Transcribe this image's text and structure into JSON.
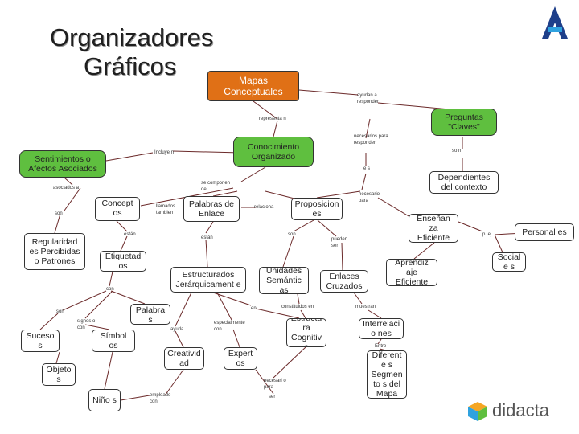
{
  "title_line1": "Organizadores",
  "title_line2": "Gráficos",
  "nodes": {
    "mapas": "Mapas Conceptuales",
    "preguntas": "Preguntas \"Claves\"",
    "conocimiento": "Conocimiento Organizado",
    "sentimientos": "Sentimientos o Afectos Asociados",
    "dependientes": "Dependientes del contexto",
    "concepto": "Concept os",
    "palabras_enlace": "Palabras de Enlace",
    "proposiciones": "Proposicion es",
    "ensenanza": "Enseñan za Eficiente",
    "personales": "Personal es",
    "regularidad": "Regularidad es Percibidas o Patrones",
    "etiquetados": "Etiquetad os",
    "estructurados": "Estructurados Jerárquicament e",
    "unidades": "Unidades Semántic as",
    "enlaces": "Enlaces Cruzados",
    "aprendizaje": "Aprendiz aje Eficiente",
    "sociales": "Sociale s",
    "palabras": "Palabra s",
    "sucesos": "Suceso s",
    "simbolos": "Símbol os",
    "creatividad": "Creativid ad",
    "expertos": "Expert os",
    "estructura": "Estructu ra Cognitiva",
    "interrelaciones": "Interrelacio nes",
    "diferentes": "Diferente s Segmento s del Mapa",
    "objetos": "Objeto s",
    "ninos": "Niño s"
  },
  "labels": {
    "ayudan": "ayudan a responder",
    "representa": "representa n",
    "incluye": "Incluye n",
    "necesarios": "necesarios para responder",
    "son": "so n",
    "es": "e s",
    "asociados": "asociados a",
    "se_componen": "se componen de",
    "necesario_para": "necesario para",
    "son1": "son",
    "llamados": "llamados tambien",
    "relaciones": "relaciona",
    "estan1": "están",
    "estan2": "están",
    "son2": "son",
    "pueden_ser": "pueden ser",
    "pej": "p. ej.",
    "con": "con",
    "son3": "son",
    "en": "en",
    "signos": "signos o con",
    "ayuda": "ayuda",
    "especialmente": "especialmente con",
    "constituidos": "constituidos en",
    "muestran": "muestran",
    "entre": "Entre",
    "necesario": "necesari o para",
    "empleado": "empleado con",
    "ser": "ser"
  },
  "brand_name": "didacta"
}
